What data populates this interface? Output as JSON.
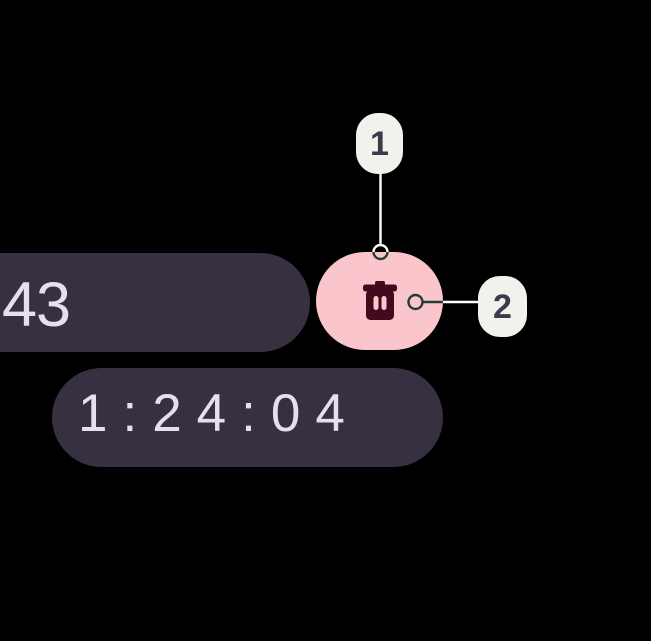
{
  "stopwatch": {
    "elapsed_time_visible": "43",
    "lap_time": "1:24:04",
    "delete_button_icon": "delete-trash-icon"
  },
  "annotations": {
    "callouts": [
      {
        "number": "1"
      },
      {
        "number": "2"
      }
    ]
  },
  "colors": {
    "background": "#000000",
    "pill_background": "#363040",
    "pill_text": "#E7DFF1",
    "delete_button_background": "#FAC6CB",
    "delete_icon": "#44091D",
    "callout_background": "#F3F1EC",
    "callout_text": "#3C3B4D",
    "leader_line_on_dark": "#FFFFFF",
    "leader_line_on_light": "#223D3A"
  }
}
